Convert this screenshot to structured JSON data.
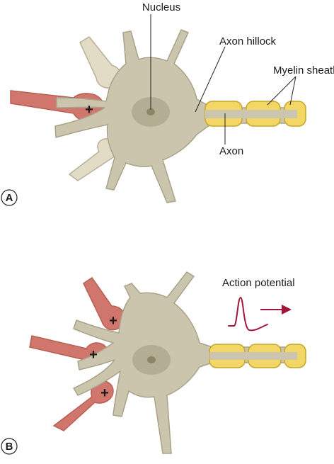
{
  "panel_a": {
    "letter": "A",
    "labels": {
      "nucleus": "Nucleus",
      "axon_hillock": "Axon hillock",
      "myelin_sheath": "Myelin sheath",
      "axon": "Axon"
    },
    "synapse_sign": "+"
  },
  "panel_b": {
    "letter": "B",
    "labels": {
      "action_potential": "Action potential"
    },
    "synapse_signs": [
      "+",
      "+",
      "+"
    ]
  },
  "colors": {
    "neuron_body": "#cbc5ad",
    "neuron_outline": "#a9a38a",
    "nucleus": "#b3ad93",
    "nucleolus": "#8d8567",
    "excitatory_terminal": "#d0766c",
    "excitatory_outline": "#b85e55",
    "inactive_terminal": "#e2dcc6",
    "myelin": "#f2d766",
    "myelin_outline": "#c6a72a",
    "action_potential": "#a3163a"
  }
}
